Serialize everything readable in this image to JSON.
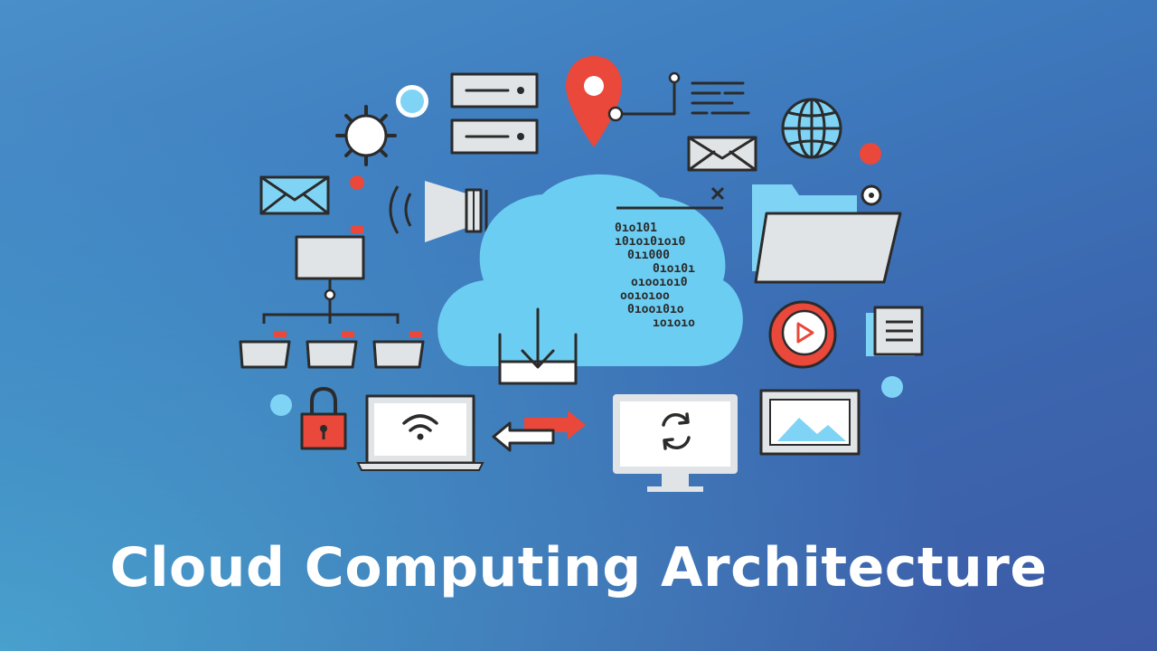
{
  "banner": {
    "title": "Cloud Computing Architecture"
  },
  "binary_rows": [
    "0ıo101",
    "ı0ıoı0ıoı0",
    "0ıı000",
    "0ıoı0ı",
    "oıooıoı0",
    "ooıoıoo",
    "0ıooı0ıo",
    "ıoıoıo"
  ],
  "colors": {
    "background_top": "#4a8fc9",
    "background_bottom": "#3d5aa6",
    "cloud": "#6ccdf2",
    "accent_red": "#e9483a",
    "light_blue": "#7fd4f6",
    "outline": "#2b2b2b",
    "device_grey": "#e1e4e6"
  },
  "icons": [
    "gear-icon",
    "sun-dot-icon",
    "server-icon",
    "location-pin-icon",
    "text-lines-icon",
    "globe-icon",
    "envelope-icon",
    "speaker-icon",
    "cloud-icon",
    "download-icon",
    "folder-icon",
    "network-tree-icon",
    "play-button-icon",
    "document-icon",
    "padlock-icon",
    "laptop-wifi-icon",
    "sync-arrows-icon",
    "monitor-sync-icon",
    "image-frame-icon"
  ]
}
